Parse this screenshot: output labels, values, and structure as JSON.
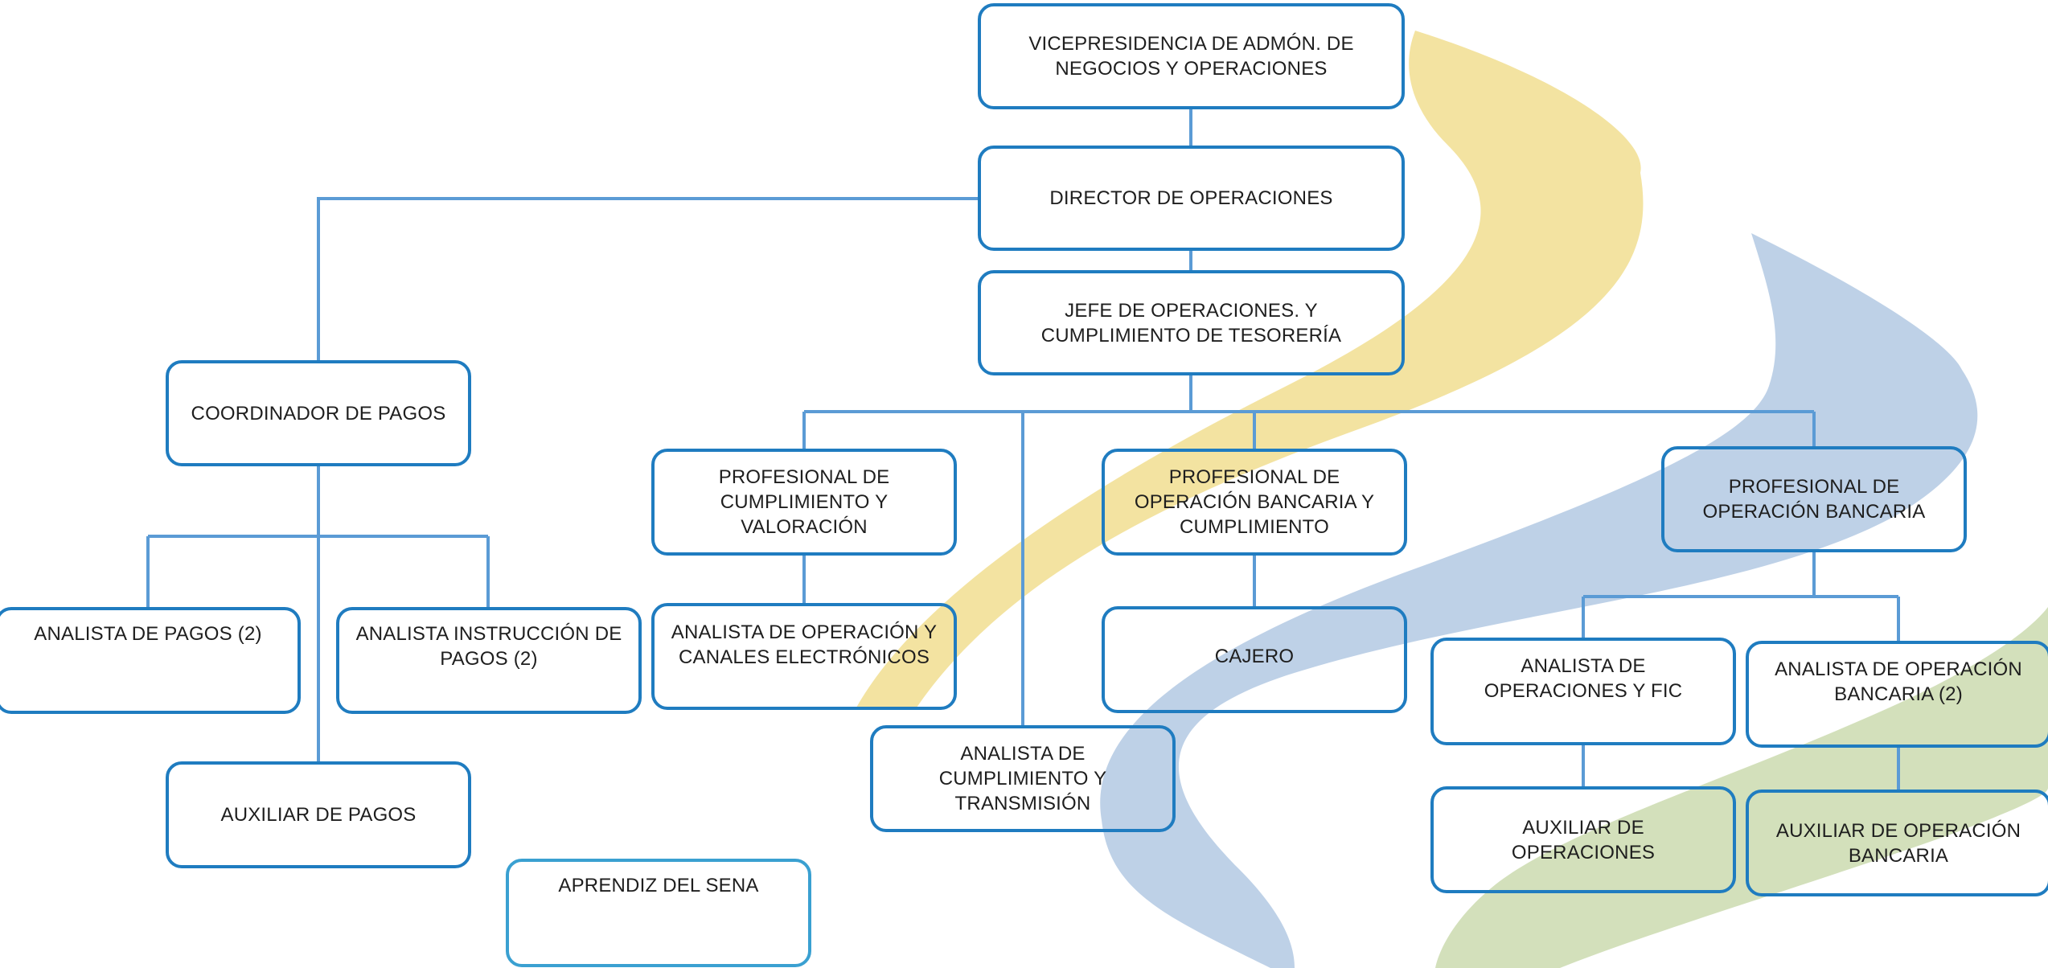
{
  "chart": {
    "nodes": [
      {
        "id": "vicepresidencia",
        "label": "VICEPRESIDENCIA DE ADMÓN. DE NEGOCIOS Y OPERACIONES"
      },
      {
        "id": "director",
        "label": "DIRECTOR DE OPERACIONES"
      },
      {
        "id": "jefe",
        "label": "JEFE DE OPERACIONES. Y CUMPLIMIENTO DE TESORERÍA"
      },
      {
        "id": "coordinador",
        "label": "COORDINADOR DE PAGOS"
      },
      {
        "id": "prof-cumplimiento",
        "label": "PROFESIONAL DE CUMPLIMIENTO Y VALORACIÓN"
      },
      {
        "id": "prof-op-bancaria-cumpl",
        "label": "PROFESIONAL DE OPERACIÓN BANCARIA Y CUMPLIMIENTO"
      },
      {
        "id": "prof-op-bancaria",
        "label": "PROFESIONAL DE OPERACIÓN BANCARIA"
      },
      {
        "id": "analista-pagos",
        "label": "ANALISTA DE PAGOS (2)"
      },
      {
        "id": "analista-instruccion",
        "label": "ANALISTA  INSTRUCCIÓN DE PAGOS (2)"
      },
      {
        "id": "analista-canales",
        "label": "ANALISTA DE OPERACIÓN Y CANALES ELECTRÓNICOS"
      },
      {
        "id": "cajero",
        "label": "CAJERO"
      },
      {
        "id": "analista-operaciones-fic",
        "label": "ANALISTA DE OPERACIONES Y FIC"
      },
      {
        "id": "analista-op-bancaria",
        "label": "ANALISTA DE OPERACIÓN BANCARIA (2)"
      },
      {
        "id": "analista-transmision",
        "label": "ANALISTA DE CUMPLIMIENTO Y TRANSMISIÓN"
      },
      {
        "id": "auxiliar-pagos",
        "label": "AUXILIAR DE  PAGOS"
      },
      {
        "id": "aprendiz",
        "label": "APRENDIZ DEL SENA"
      },
      {
        "id": "auxiliar-operaciones",
        "label": "AUXILIAR DE OPERACIONES"
      },
      {
        "id": "auxiliar-op-bancaria",
        "label": "AUXILIAR DE OPERACIÓN BANCARIA"
      }
    ],
    "edges": [
      [
        "vicepresidencia",
        "director"
      ],
      [
        "director",
        "jefe"
      ],
      [
        "director",
        "coordinador"
      ],
      [
        "coordinador",
        "analista-pagos"
      ],
      [
        "coordinador",
        "analista-instruccion"
      ],
      [
        "coordinador",
        "auxiliar-pagos"
      ],
      [
        "jefe",
        "prof-cumplimiento"
      ],
      [
        "jefe",
        "prof-op-bancaria-cumpl"
      ],
      [
        "jefe",
        "prof-op-bancaria"
      ],
      [
        "jefe",
        "analista-transmision"
      ],
      [
        "prof-cumplimiento",
        "analista-canales"
      ],
      [
        "prof-op-bancaria-cumpl",
        "cajero"
      ],
      [
        "prof-op-bancaria",
        "analista-operaciones-fic"
      ],
      [
        "prof-op-bancaria",
        "analista-op-bancaria"
      ],
      [
        "analista-operaciones-fic",
        "auxiliar-operaciones"
      ],
      [
        "analista-op-bancaria",
        "auxiliar-op-bancaria"
      ]
    ]
  },
  "colors": {
    "box_border": "#1f7cc0",
    "connector": "#5b9bd5",
    "watermark_yellow": "#f3e3a1",
    "watermark_blue": "#bed1e7",
    "watermark_green": "#d3e0bb"
  },
  "watermark": {
    "icon": "tricolor-swoosh-logo"
  }
}
